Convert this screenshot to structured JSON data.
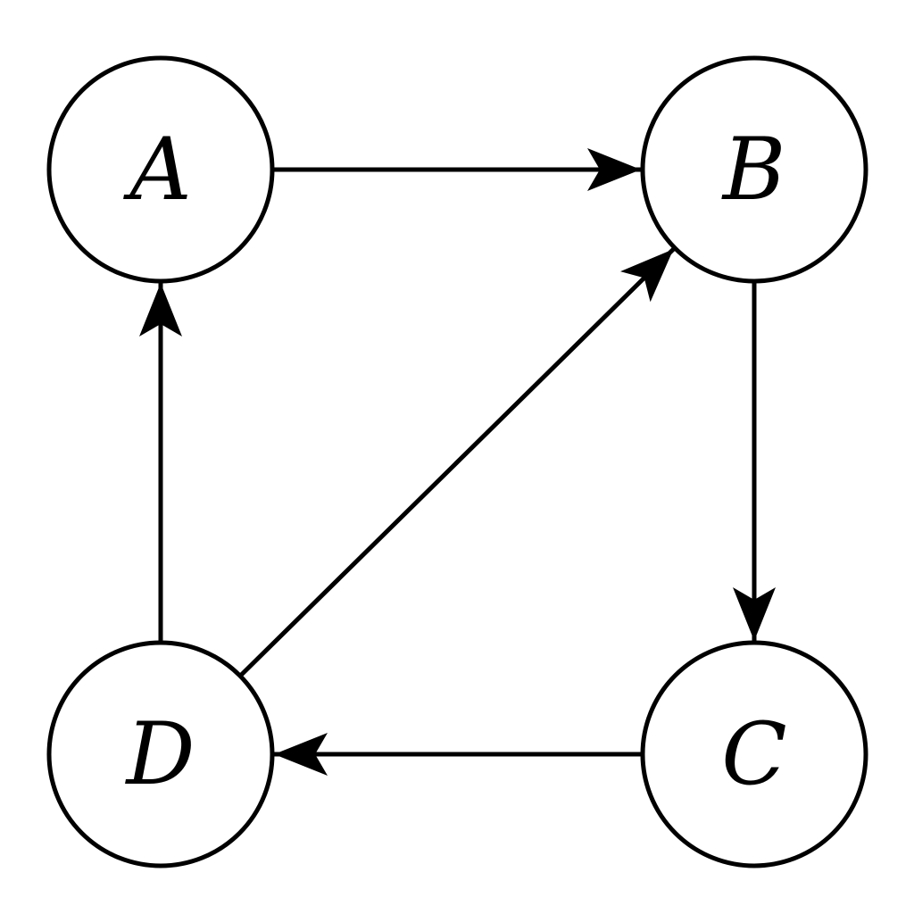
{
  "colors": {
    "background": "#ffffff",
    "stroke": "#000000"
  },
  "nodes": [
    {
      "id": "A",
      "label": "A"
    },
    {
      "id": "B",
      "label": "B"
    },
    {
      "id": "C",
      "label": "C"
    },
    {
      "id": "D",
      "label": "D"
    }
  ],
  "edges": [
    {
      "from": "A",
      "to": "B"
    },
    {
      "from": "B",
      "to": "C"
    },
    {
      "from": "C",
      "to": "D"
    },
    {
      "from": "D",
      "to": "A"
    },
    {
      "from": "D",
      "to": "B"
    }
  ]
}
